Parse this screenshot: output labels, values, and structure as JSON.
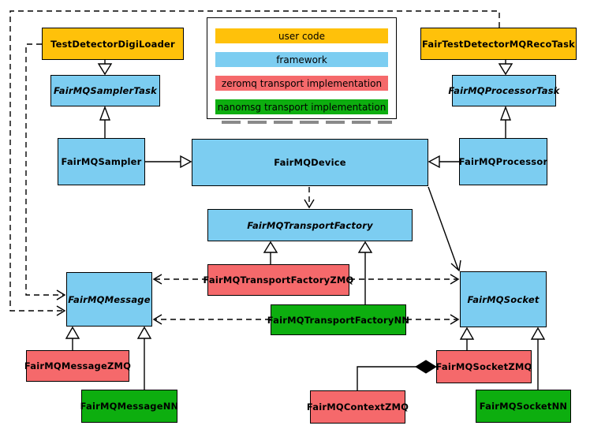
{
  "diagram_type": "uml-class-diagram",
  "legend": {
    "items": [
      {
        "label": "user code",
        "color": "#FFC10A"
      },
      {
        "label": "framework",
        "color": "#7CCDF1"
      },
      {
        "label": "zeromq transport implementation",
        "color": "#F5696B"
      },
      {
        "label": "nanomsg transport implementation",
        "color": "#0DAE0F"
      }
    ]
  },
  "colors": {
    "user_code": "#FFC10A",
    "framework": "#7CCDF1",
    "zeromq": "#F5696B",
    "nanomsg": "#0DAE0F",
    "border": "#000000",
    "background": "#FFFFFF",
    "legend_shadow": "#8A8A8A"
  },
  "nodes": {
    "digiloader": {
      "label": "TestDetectorDigiLoader",
      "category": "user code",
      "abstract": false
    },
    "recotask": {
      "label": "FairTestDetectorMQRecoTask",
      "category": "user code",
      "abstract": false
    },
    "samplertask": {
      "label": "FairMQSamplerTask",
      "category": "framework",
      "abstract": true
    },
    "processortask": {
      "label": "FairMQProcessorTask",
      "category": "framework",
      "abstract": true
    },
    "sampler": {
      "label": "FairMQSampler",
      "category": "framework",
      "abstract": false
    },
    "device": {
      "label": "FairMQDevice",
      "category": "framework",
      "abstract": false
    },
    "processor": {
      "label": "FairMQProcessor",
      "category": "framework",
      "abstract": false
    },
    "transportfactory": {
      "label": "FairMQTransportFactory",
      "category": "framework",
      "abstract": true
    },
    "factoryzmq": {
      "label": "FairMQTransportFactoryZMQ",
      "category": "zeromq",
      "abstract": false
    },
    "factorynn": {
      "label": "FairMQTransportFactoryNN",
      "category": "nanomsg",
      "abstract": false
    },
    "message": {
      "label": "FairMQMessage",
      "category": "framework",
      "abstract": true
    },
    "socket": {
      "label": "FairMQSocket",
      "category": "framework",
      "abstract": true
    },
    "messagezmq": {
      "label": "FairMQMessageZMQ",
      "category": "zeromq",
      "abstract": false
    },
    "messagenn": {
      "label": "FairMQMessageNN",
      "category": "nanomsg",
      "abstract": false
    },
    "socketzmq": {
      "label": "FairMQSocketZMQ",
      "category": "zeromq",
      "abstract": false
    },
    "contextzmq": {
      "label": "FairMQContextZMQ",
      "category": "zeromq",
      "abstract": false
    },
    "socketnn": {
      "label": "FairMQSocketNN",
      "category": "nanomsg",
      "abstract": false
    }
  },
  "edges": [
    {
      "from": "TestDetectorDigiLoader",
      "to": "FairMQSamplerTask",
      "type": "generalization"
    },
    {
      "from": "FairMQSampler",
      "to": "FairMQSamplerTask",
      "type": "generalization"
    },
    {
      "from": "FairTestDetectorMQRecoTask",
      "to": "FairMQProcessorTask",
      "type": "generalization"
    },
    {
      "from": "FairMQProcessor",
      "to": "FairMQProcessorTask",
      "type": "generalization"
    },
    {
      "from": "FairMQSampler",
      "to": "FairMQDevice",
      "type": "generalization"
    },
    {
      "from": "FairMQProcessor",
      "to": "FairMQDevice",
      "type": "generalization"
    },
    {
      "from": "FairMQDevice",
      "to": "FairMQTransportFactory",
      "type": "dependency-dashed"
    },
    {
      "from": "FairMQDevice",
      "to": "FairMQSocket",
      "type": "association"
    },
    {
      "from": "FairMQTransportFactoryZMQ",
      "to": "FairMQTransportFactory",
      "type": "generalization"
    },
    {
      "from": "FairMQTransportFactoryNN",
      "to": "FairMQTransportFactory",
      "type": "generalization"
    },
    {
      "from": "FairMQTransportFactoryZMQ",
      "to": "FairMQMessage",
      "type": "dependency-dashed"
    },
    {
      "from": "FairMQTransportFactoryZMQ",
      "to": "FairMQSocket",
      "type": "dependency-dashed"
    },
    {
      "from": "FairMQTransportFactoryNN",
      "to": "FairMQMessage",
      "type": "dependency-dashed"
    },
    {
      "from": "FairMQTransportFactoryNN",
      "to": "FairMQSocket",
      "type": "dependency-dashed"
    },
    {
      "from": "TestDetectorDigiLoader",
      "to": "FairMQMessage",
      "type": "dependency-dashed"
    },
    {
      "from": "FairTestDetectorMQRecoTask",
      "to": "FairMQMessage",
      "type": "dependency-dashed"
    },
    {
      "from": "FairMQMessageZMQ",
      "to": "FairMQMessage",
      "type": "generalization"
    },
    {
      "from": "FairMQMessageNN",
      "to": "FairMQMessage",
      "type": "generalization"
    },
    {
      "from": "FairMQSocketZMQ",
      "to": "FairMQSocket",
      "type": "generalization"
    },
    {
      "from": "FairMQSocketNN",
      "to": "FairMQSocket",
      "type": "generalization"
    },
    {
      "from": "FairMQContextZMQ",
      "to": "FairMQSocketZMQ",
      "type": "composition"
    }
  ]
}
